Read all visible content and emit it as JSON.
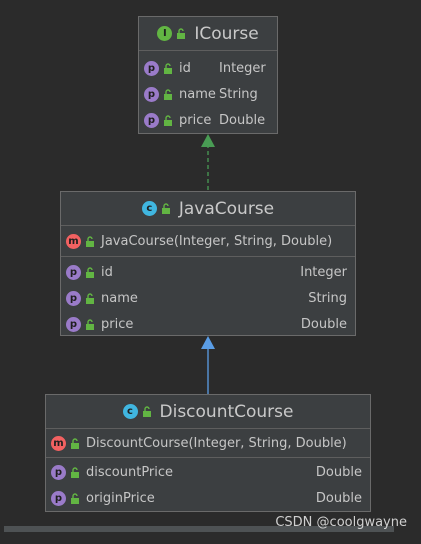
{
  "diagram": {
    "nodes": [
      {
        "id": "icourse",
        "kind_icon": "interface-icon",
        "kind_letter": "I",
        "name": "ICourse",
        "constructors": [],
        "fields": [
          {
            "name": "id",
            "type": "Integer",
            "badge": "p"
          },
          {
            "name": "name",
            "type": "String",
            "badge": "p"
          },
          {
            "name": "price",
            "type": "Double",
            "badge": "p"
          }
        ]
      },
      {
        "id": "javacourse",
        "kind_icon": "class-icon",
        "kind_letter": "c",
        "name": "JavaCourse",
        "constructors": [
          {
            "name": "JavaCourse(Integer, String, Double)",
            "badge": "m"
          }
        ],
        "fields": [
          {
            "name": "id",
            "type": "Integer",
            "badge": "p"
          },
          {
            "name": "name",
            "type": "String",
            "badge": "p"
          },
          {
            "name": "price",
            "type": "Double",
            "badge": "p"
          }
        ]
      },
      {
        "id": "discountcourse",
        "kind_icon": "class-icon",
        "kind_letter": "c",
        "name": "DiscountCourse",
        "constructors": [
          {
            "name": "DiscountCourse(Integer, String, Double)",
            "badge": "m"
          }
        ],
        "fields": [
          {
            "name": "discountPrice",
            "type": "Double",
            "badge": "p"
          },
          {
            "name": "originPrice",
            "type": "Double",
            "badge": "p"
          }
        ]
      }
    ],
    "edges": [
      {
        "from": "javacourse",
        "to": "icourse",
        "kind": "implements",
        "color": "#499c54"
      },
      {
        "from": "discountcourse",
        "to": "javacourse",
        "kind": "extends",
        "color": "#5a9de6"
      }
    ]
  },
  "colors": {
    "background": "#2b2b2b",
    "box": "#3c3f41",
    "lock": "#62b543"
  },
  "watermark": "CSDN @coolgwayne"
}
